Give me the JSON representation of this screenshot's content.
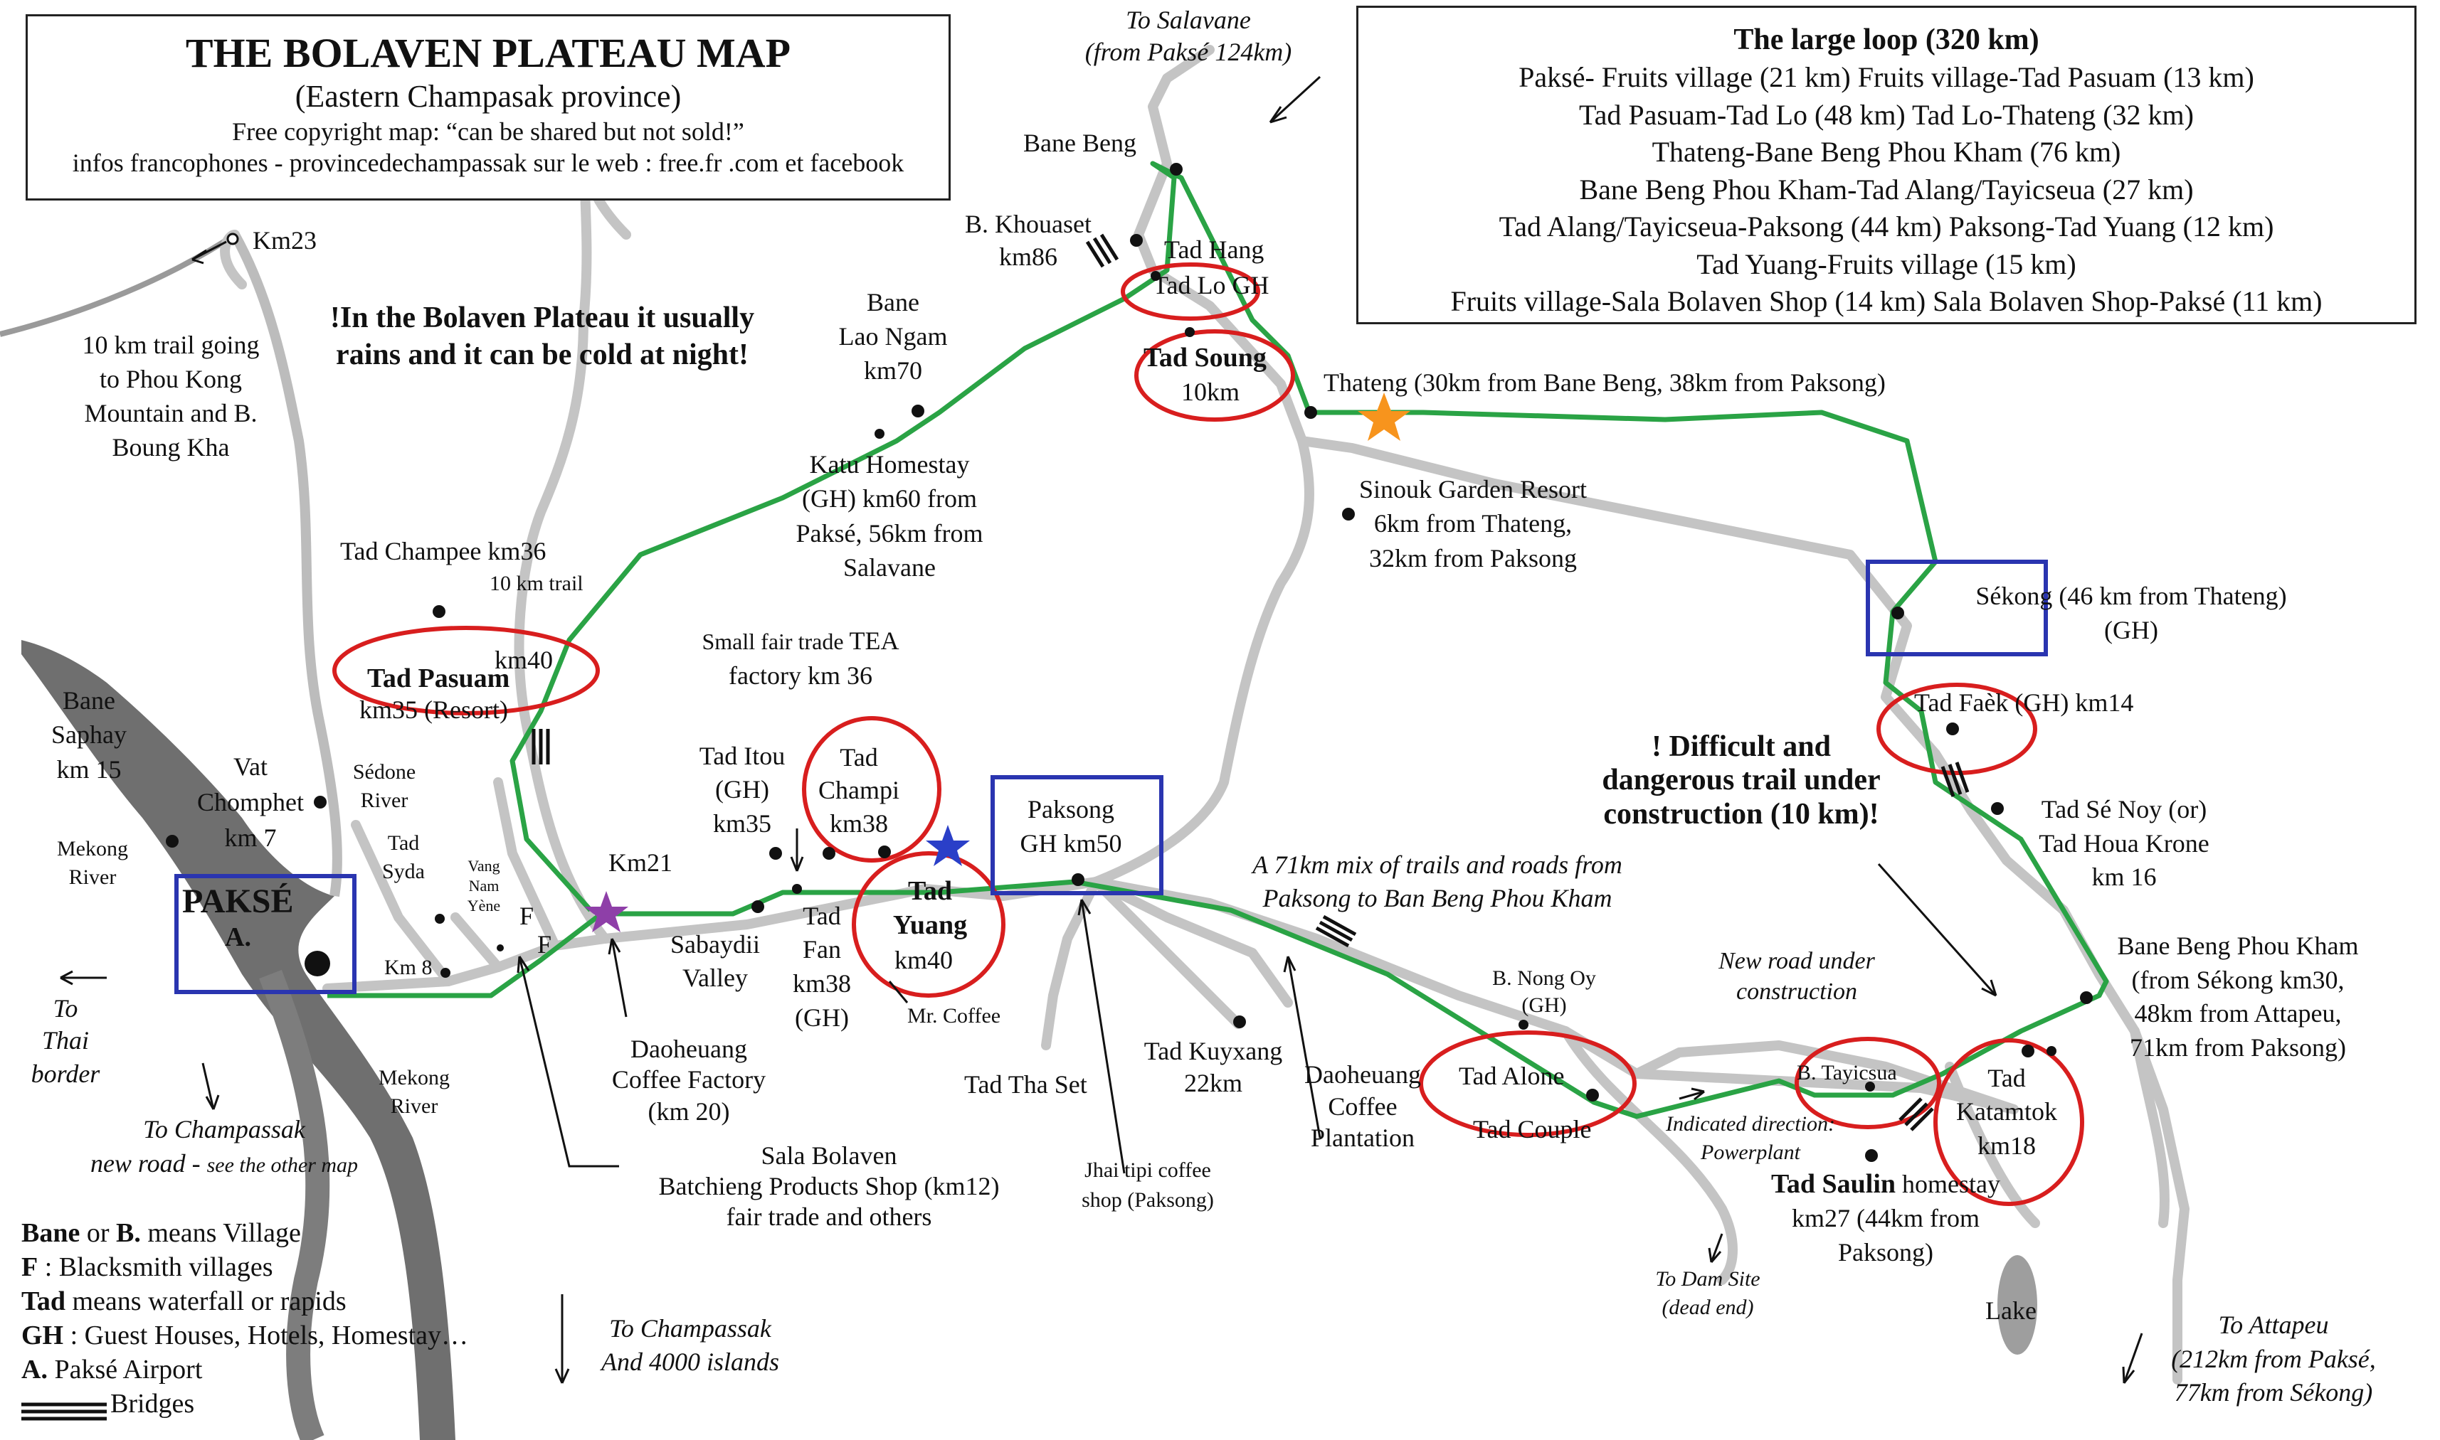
{
  "title": {
    "main": "THE BOLAVEN PLATEAU MAP",
    "subtitle": "(Eastern Champasak province)",
    "copyright": "Free copyright map: “can be shared but not sold!”",
    "infos": "infos francophones - provincedechampassak sur le web : free.fr .com et facebook"
  },
  "loop": {
    "title": "The large loop  (320 km)",
    "items": [
      "Paksé- Fruits village (21 km) Fruits village-Tad Pasuam (13 km)",
      "Tad Pasuam-Tad Lo (48 km) Tad Lo-Thateng (32 km)",
      "Thateng-Bane Beng Phou Kham (76 km)",
      "Bane Beng Phou Kham-Tad Alang/Tayicseua (27 km)",
      "Tad Alang/Tayicseua-Paksong (44 km) Paksong-Tad Yuang (12 km)",
      "Tad Yuang-Fruits village (15 km)",
      "Fruits village-Sala Bolaven Shop (14 km) Sala Bolaven Shop-Paksé (11 km)"
    ]
  },
  "warning_rain": [
    "!In the Bolaven Plateau it usually",
    "rains and it can be cold at night!"
  ],
  "warning_trail": [
    "! Difficult and",
    "dangerous trail under",
    "construction (10 km)!"
  ],
  "legend": {
    "bane_key": "Bane",
    "bane_mid": " or ",
    "bane_key2": "B.",
    "bane_rest": " means Village",
    "f_key": "F",
    "f_rest": " : Blacksmith villages",
    "tad_key": "Tad",
    "tad_rest": " means waterfall or rapids",
    "gh_key": "GH",
    "gh_rest": " : Guest Houses, Hotels, Homestay…",
    "a_key": "A.",
    "a_rest": " Paksé Airport",
    "bridges": "Bridges"
  },
  "labels": {
    "to_salavane": [
      "To Salavane",
      "(from Paksé 124km)"
    ],
    "bane_beng": "Bane Beng",
    "b_khouaset": [
      "B. Khouaset",
      "km86"
    ],
    "tad_hang": "Tad Hang",
    "tad_lo_gh": "Tad Lo GH",
    "tad_soung": "Tad Soung",
    "tad_soung_km": "10km",
    "thateng": "Thateng (30km from Bane Beng, 38km from Paksong)",
    "sinouk": [
      "Sinouk Garden Resort",
      "6km from Thateng,",
      "32km from Paksong"
    ],
    "bane_lao_ngam": [
      "Bane",
      "Lao Ngam",
      "km70"
    ],
    "katu": [
      "Katu Homestay",
      "(GH) km60 from",
      "Paksé, 56km from",
      "Salavane"
    ],
    "km23": "Km23",
    "trail_phou_kong": [
      "10 km trail going",
      "to Phou Kong",
      "Mountain and B.",
      "Boung Kha"
    ],
    "tad_champee": "Tad Champee km36",
    "trail_10km": "10 km trail",
    "km40": "km40",
    "tad_pasuam": "Tad Pasuam",
    "tad_pasuam_km": "km35 (Resort)",
    "bane_saphay": [
      "Bane",
      "Saphay",
      "km 15"
    ],
    "vat_chomphet": [
      "Vat",
      "Chomphet",
      "km 7"
    ],
    "sedone_river": [
      "Sédone",
      "River"
    ],
    "mekong_river_top": [
      "Mekong",
      "River"
    ],
    "pakse": "PAKSÉ",
    "pakse_a": "A.",
    "tad_syda": [
      "Tad",
      "Syda"
    ],
    "vang_nam_yene": [
      "Vang",
      "Nam",
      "Yène"
    ],
    "f1": "F",
    "f2": "F",
    "km8": "Km 8",
    "km21": "Km21",
    "to_thai": [
      "To",
      "Thai",
      "border"
    ],
    "to_champassak_new": [
      "To Champassak",
      "new road - ",
      "see the other map"
    ],
    "mekong_river_bottom": [
      "Mekong",
      "River"
    ],
    "small_fair_trade": [
      "Small fair trade ",
      "TEA",
      "factory km 36"
    ],
    "tad_itou": [
      "Tad Itou",
      "(GH)",
      "km35"
    ],
    "tad_champi": [
      "Tad",
      "Champi",
      "km38"
    ],
    "sabaydii": [
      "Sabaydii",
      "Valley"
    ],
    "tad_fan": [
      "Tad",
      "Fan",
      "km38",
      "(GH)"
    ],
    "tad_yuang": [
      "Tad",
      "Yuang"
    ],
    "tad_yuang_km": "km40",
    "mr_coffee": "Mr. Coffee",
    "paksong": [
      "Paksong",
      "GH km50"
    ],
    "daoheuang_factory": [
      "Daoheuang",
      "Coffee Factory",
      "(km 20)"
    ],
    "sala_bolaven": [
      "Sala Bolaven",
      "Batchieng Products Shop (km12)",
      "fair trade and others"
    ],
    "tad_tha_set": "Tad Tha Set",
    "tad_kuyxang": [
      "Tad Kuyxang",
      "22km"
    ],
    "jhai_tipi": [
      "Jhai tipi coffee",
      "shop (Paksong)"
    ],
    "daoheuang_plantation": [
      "Daoheuang",
      "Coffee",
      "Plantation"
    ],
    "mix_trails": [
      "A 71km mix of trails and roads from",
      "Paksong to Ban Beng Phou Kham"
    ],
    "b_nong_oy": [
      "B. Nong Oy",
      "(GH)"
    ],
    "tad_alone": "Tad Alone",
    "tad_couple": "Tad Couple",
    "new_road": [
      "New road under",
      "construction"
    ],
    "b_tayicsua": "B. Tayicsua",
    "indicated_direction": [
      "Indicated direction:",
      "Powerplant"
    ],
    "tad_saulin": "Tad Saulin",
    "tad_saulin_rest": [
      " homestay",
      "km27 (44km from",
      "Paksong)"
    ],
    "to_dam_site": [
      "To Dam Site",
      "(dead end)"
    ],
    "tad_katamtok": [
      "Tad",
      "Katamtok",
      "km18"
    ],
    "lake": "Lake",
    "to_attapeu": [
      "To Attapeu",
      "(212km from Paksé,",
      "77km from Sékong)"
    ],
    "bane_beng_phou_kham": [
      "Bane Beng Phou Kham",
      "(from Sékong km30,",
      "48km from Attapeu,",
      "71km from Paksong)"
    ],
    "sekong": [
      "Sékong (46 km from Thateng)",
      "(GH)"
    ],
    "tad_faek": "Tad Faèk (GH) km14",
    "tad_se_noy": [
      "Tad Sé Noy (or)",
      "Tad Houa Krone",
      "km 16"
    ],
    "to_champassak_islands": [
      "To Champassak",
      "And 4000 islands"
    ]
  },
  "colors": {
    "loop_route": "#2aa345",
    "road": "#c4c4c4",
    "river": "#6f6f6f",
    "circle": "#d81e1e",
    "box": "#2a35b0",
    "star_orange": "#f7941d",
    "star_purple": "#8e3fa8",
    "star_blue": "#2a3fc8"
  }
}
